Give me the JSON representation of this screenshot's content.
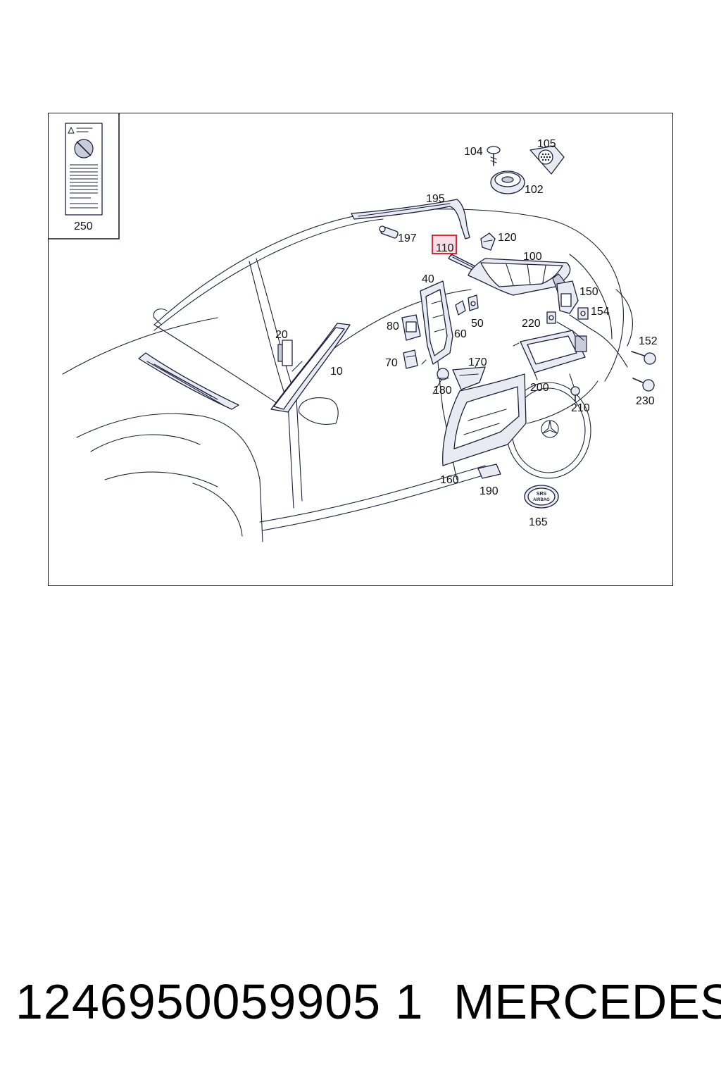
{
  "diagram": {
    "callouts": [
      {
        "id": "c104",
        "text": "104"
      },
      {
        "id": "c105",
        "text": "105"
      },
      {
        "id": "c102",
        "text": "102"
      },
      {
        "id": "c195",
        "text": "195"
      },
      {
        "id": "c197",
        "text": "197"
      },
      {
        "id": "c120",
        "text": "120"
      },
      {
        "id": "c110",
        "text": "110",
        "highlighted": true
      },
      {
        "id": "c100",
        "text": "100"
      },
      {
        "id": "c40",
        "text": "40"
      },
      {
        "id": "c150",
        "text": "150"
      },
      {
        "id": "c154",
        "text": "154"
      },
      {
        "id": "c80",
        "text": "80"
      },
      {
        "id": "c60",
        "text": "60"
      },
      {
        "id": "c50",
        "text": "50"
      },
      {
        "id": "c220",
        "text": "220"
      },
      {
        "id": "c20",
        "text": "20"
      },
      {
        "id": "c152",
        "text": "152"
      },
      {
        "id": "c170",
        "text": "170"
      },
      {
        "id": "c70",
        "text": "70"
      },
      {
        "id": "c10",
        "text": "10"
      },
      {
        "id": "c180",
        "text": "180"
      },
      {
        "id": "c200",
        "text": "200"
      },
      {
        "id": "c230",
        "text": "230"
      },
      {
        "id": "c210",
        "text": "210"
      },
      {
        "id": "c160",
        "text": "160"
      },
      {
        "id": "c190",
        "text": "190"
      },
      {
        "id": "c165",
        "text": "165"
      },
      {
        "id": "c250",
        "text": "250"
      }
    ],
    "badge_text": {
      "top": "SRS",
      "bottom": "AIRBAG"
    },
    "colors": {
      "line": "#1b1f3a",
      "highlight_border": "#d42a3a",
      "highlight_fill": "#f6dde6"
    }
  },
  "footer": {
    "part_number": "1246950059905 1",
    "brand": "MERCEDES"
  }
}
